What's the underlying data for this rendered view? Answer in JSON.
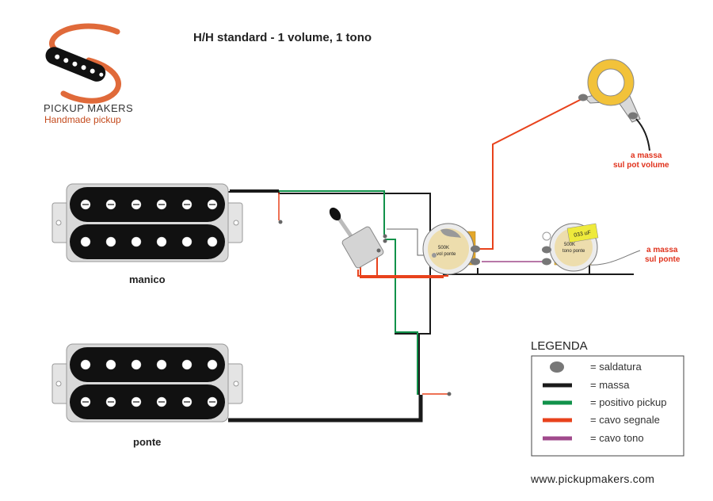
{
  "title": "H/H standard - 1 volume, 1 tono",
  "brand": {
    "name": "PICKUP MAKERS",
    "tagline": "Handmade pickup"
  },
  "pickups": {
    "neck_label": "manico",
    "bridge_label": "ponte"
  },
  "pots": {
    "volume_value": "500K",
    "volume_name": "vol ponte",
    "tone_value": "500K",
    "tone_name": "tono ponte"
  },
  "capacitor": {
    "value": "033 uF"
  },
  "notes": {
    "jack_ground_line1": "a massa",
    "jack_ground_line2": "sul pot volume",
    "bridge_ground_line1": "a massa",
    "bridge_ground_line2": "sul ponte"
  },
  "legend": {
    "title": "LEGENDA",
    "items": [
      {
        "symbol": "solder-dot",
        "label": "= saldatura",
        "color": "#777777"
      },
      {
        "symbol": "line",
        "label": "= massa",
        "color": "#1a1a1a"
      },
      {
        "symbol": "line",
        "label": "= positivo pickup",
        "color": "#11924a"
      },
      {
        "symbol": "line",
        "label": "= cavo segnale",
        "color": "#e8421c"
      },
      {
        "symbol": "line",
        "label": "= cavo tono",
        "color": "#a04a8c"
      }
    ]
  },
  "website": "www.pickupmakers.com",
  "colors": {
    "ground": "#1a1a1a",
    "hot": "#11924a",
    "signal": "#e8421c",
    "tone": "#a04a8c",
    "pot_body": "#f2c23a",
    "jack_ring": "#f2c23a",
    "logo_swoosh": "#e06a3a"
  }
}
